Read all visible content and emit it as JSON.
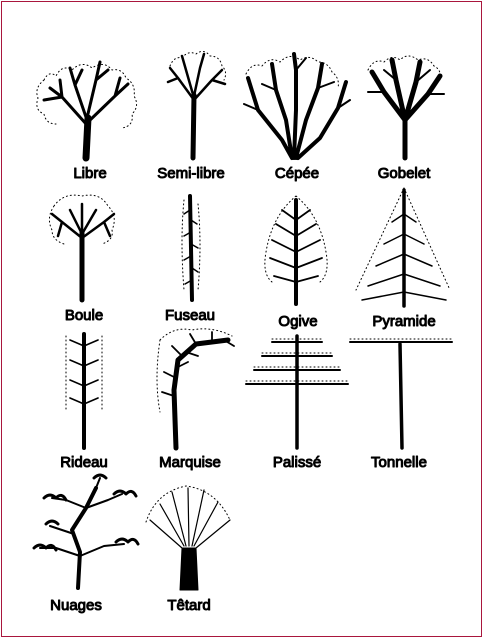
{
  "border_color": "#a9163d",
  "ink_color": "#000000",
  "forms": [
    {
      "label": "Libre",
      "icon": "libre-tree-icon"
    },
    {
      "label": "Semi-libre",
      "icon": "semi-libre-tree-icon"
    },
    {
      "label": "Cépée",
      "icon": "cepee-tree-icon"
    },
    {
      "label": "Gobelet",
      "icon": "gobelet-tree-icon"
    },
    {
      "label": "Boule",
      "icon": "boule-tree-icon"
    },
    {
      "label": "Fuseau",
      "icon": "fuseau-tree-icon"
    },
    {
      "label": "Ogive",
      "icon": "ogive-tree-icon"
    },
    {
      "label": "Pyramide",
      "icon": "pyramide-tree-icon"
    },
    {
      "label": "Rideau",
      "icon": "rideau-tree-icon"
    },
    {
      "label": "Marquise",
      "icon": "marquise-tree-icon"
    },
    {
      "label": "Palissé",
      "icon": "palisse-tree-icon"
    },
    {
      "label": "Tonnelle",
      "icon": "tonnelle-tree-icon"
    },
    {
      "label": "Nuages",
      "icon": "nuages-tree-icon"
    },
    {
      "label": "Têtard",
      "icon": "tetard-tree-icon"
    }
  ]
}
